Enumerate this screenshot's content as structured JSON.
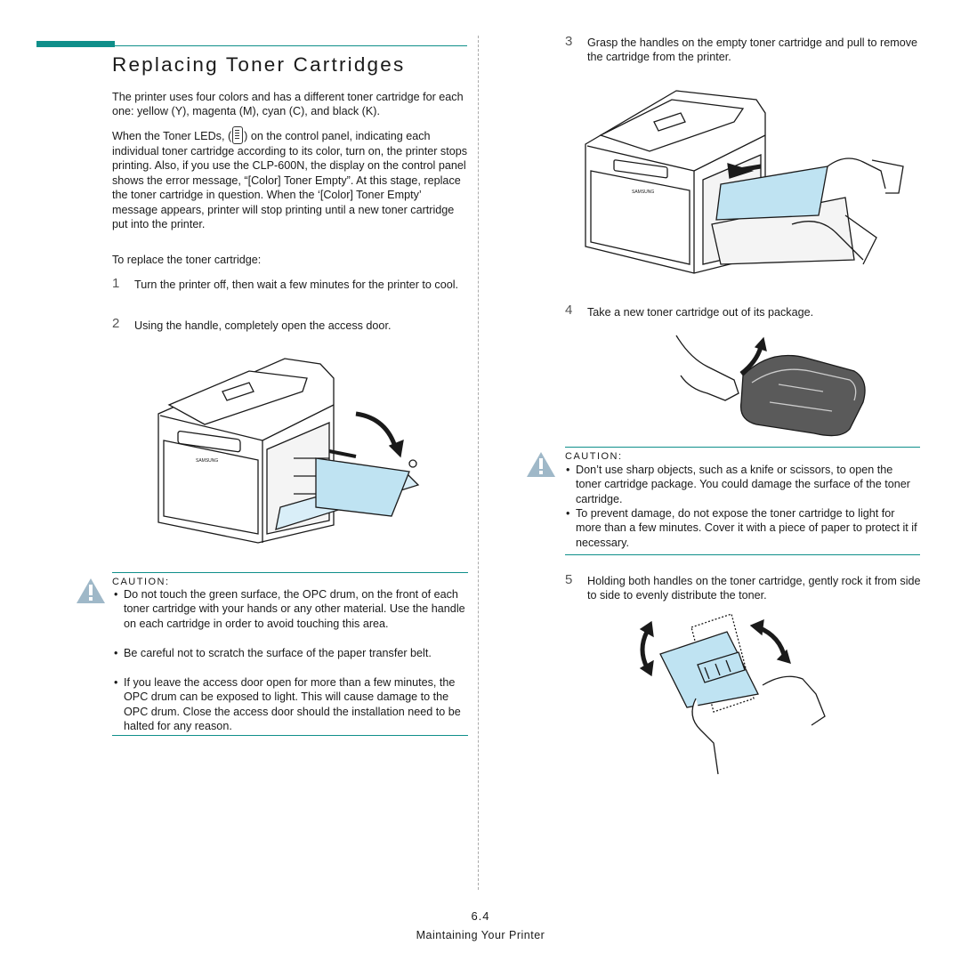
{
  "header": {
    "title": "Replacing Toner Cartridges"
  },
  "intro": {
    "p1": "The printer uses four colors and has a different toner cartridge for each one: yellow (Y), magenta (M), cyan (C), and black (K).",
    "p2_before_icon": "When the Toner LEDs, (",
    "p2_after_icon": ") on the control panel, indicating each individual toner cartridge according to its color, turn on, the printer stops printing. Also, if you use the CLP-600N, the display on the control panel shows the error message, “[Color] Toner Empty”. At this stage, replace the toner cartridge in question. When the ‘[Color] Toner Empty’ message appears, printer will stop printing until a new toner cartridge put into the printer.",
    "p3": "To replace the toner cartridge:"
  },
  "steps": [
    {
      "num": "1",
      "text": "Turn the printer off, then wait a few minutes for the printer to cool."
    },
    {
      "num": "2",
      "text": "Using the handle, completely open the access door."
    },
    {
      "num": "3",
      "text": "Grasp the handles on the empty toner cartridge and pull to remove the cartridge from the printer."
    },
    {
      "num": "4",
      "text": "Take a new toner cartridge out of its package."
    },
    {
      "num": "5",
      "text": "Holding both handles on the toner cartridge, gently rock it from side to side to evenly distribute the toner."
    }
  ],
  "caution_left": {
    "label": "CAUTION:",
    "items": [
      "Do not touch the green surface, the OPC drum, on the front of each toner cartridge with your hands or any other material. Use the handle on each cartridge in order to avoid touching this area.",
      "Be careful not to scratch the surface of the paper transfer belt.",
      "If you leave the access door open for more than a few minutes, the OPC drum can be exposed to light. This will cause damage to the OPC drum. Close the access door should the installation need to be halted for any reason."
    ]
  },
  "caution_right": {
    "label": "CAUTION:",
    "items": [
      "Don’t use sharp objects, such as a knife or scissors, to open the toner cartridge package. You could damage the surface of the toner cartridge.",
      "To prevent damage, do not expose the toner cartridge to light for more than a few minutes. Cover it with a piece of paper to protect it if necessary."
    ]
  },
  "illustrations": {
    "brand_text": "SAMSUNG"
  },
  "footer": {
    "page_number": "6.4",
    "section": "Maintaining Your Printer"
  },
  "colors": {
    "accent": "#0f8f8a",
    "cartridge_fill": "#bfe3f2",
    "caution_icon": "#9fb8c8"
  }
}
